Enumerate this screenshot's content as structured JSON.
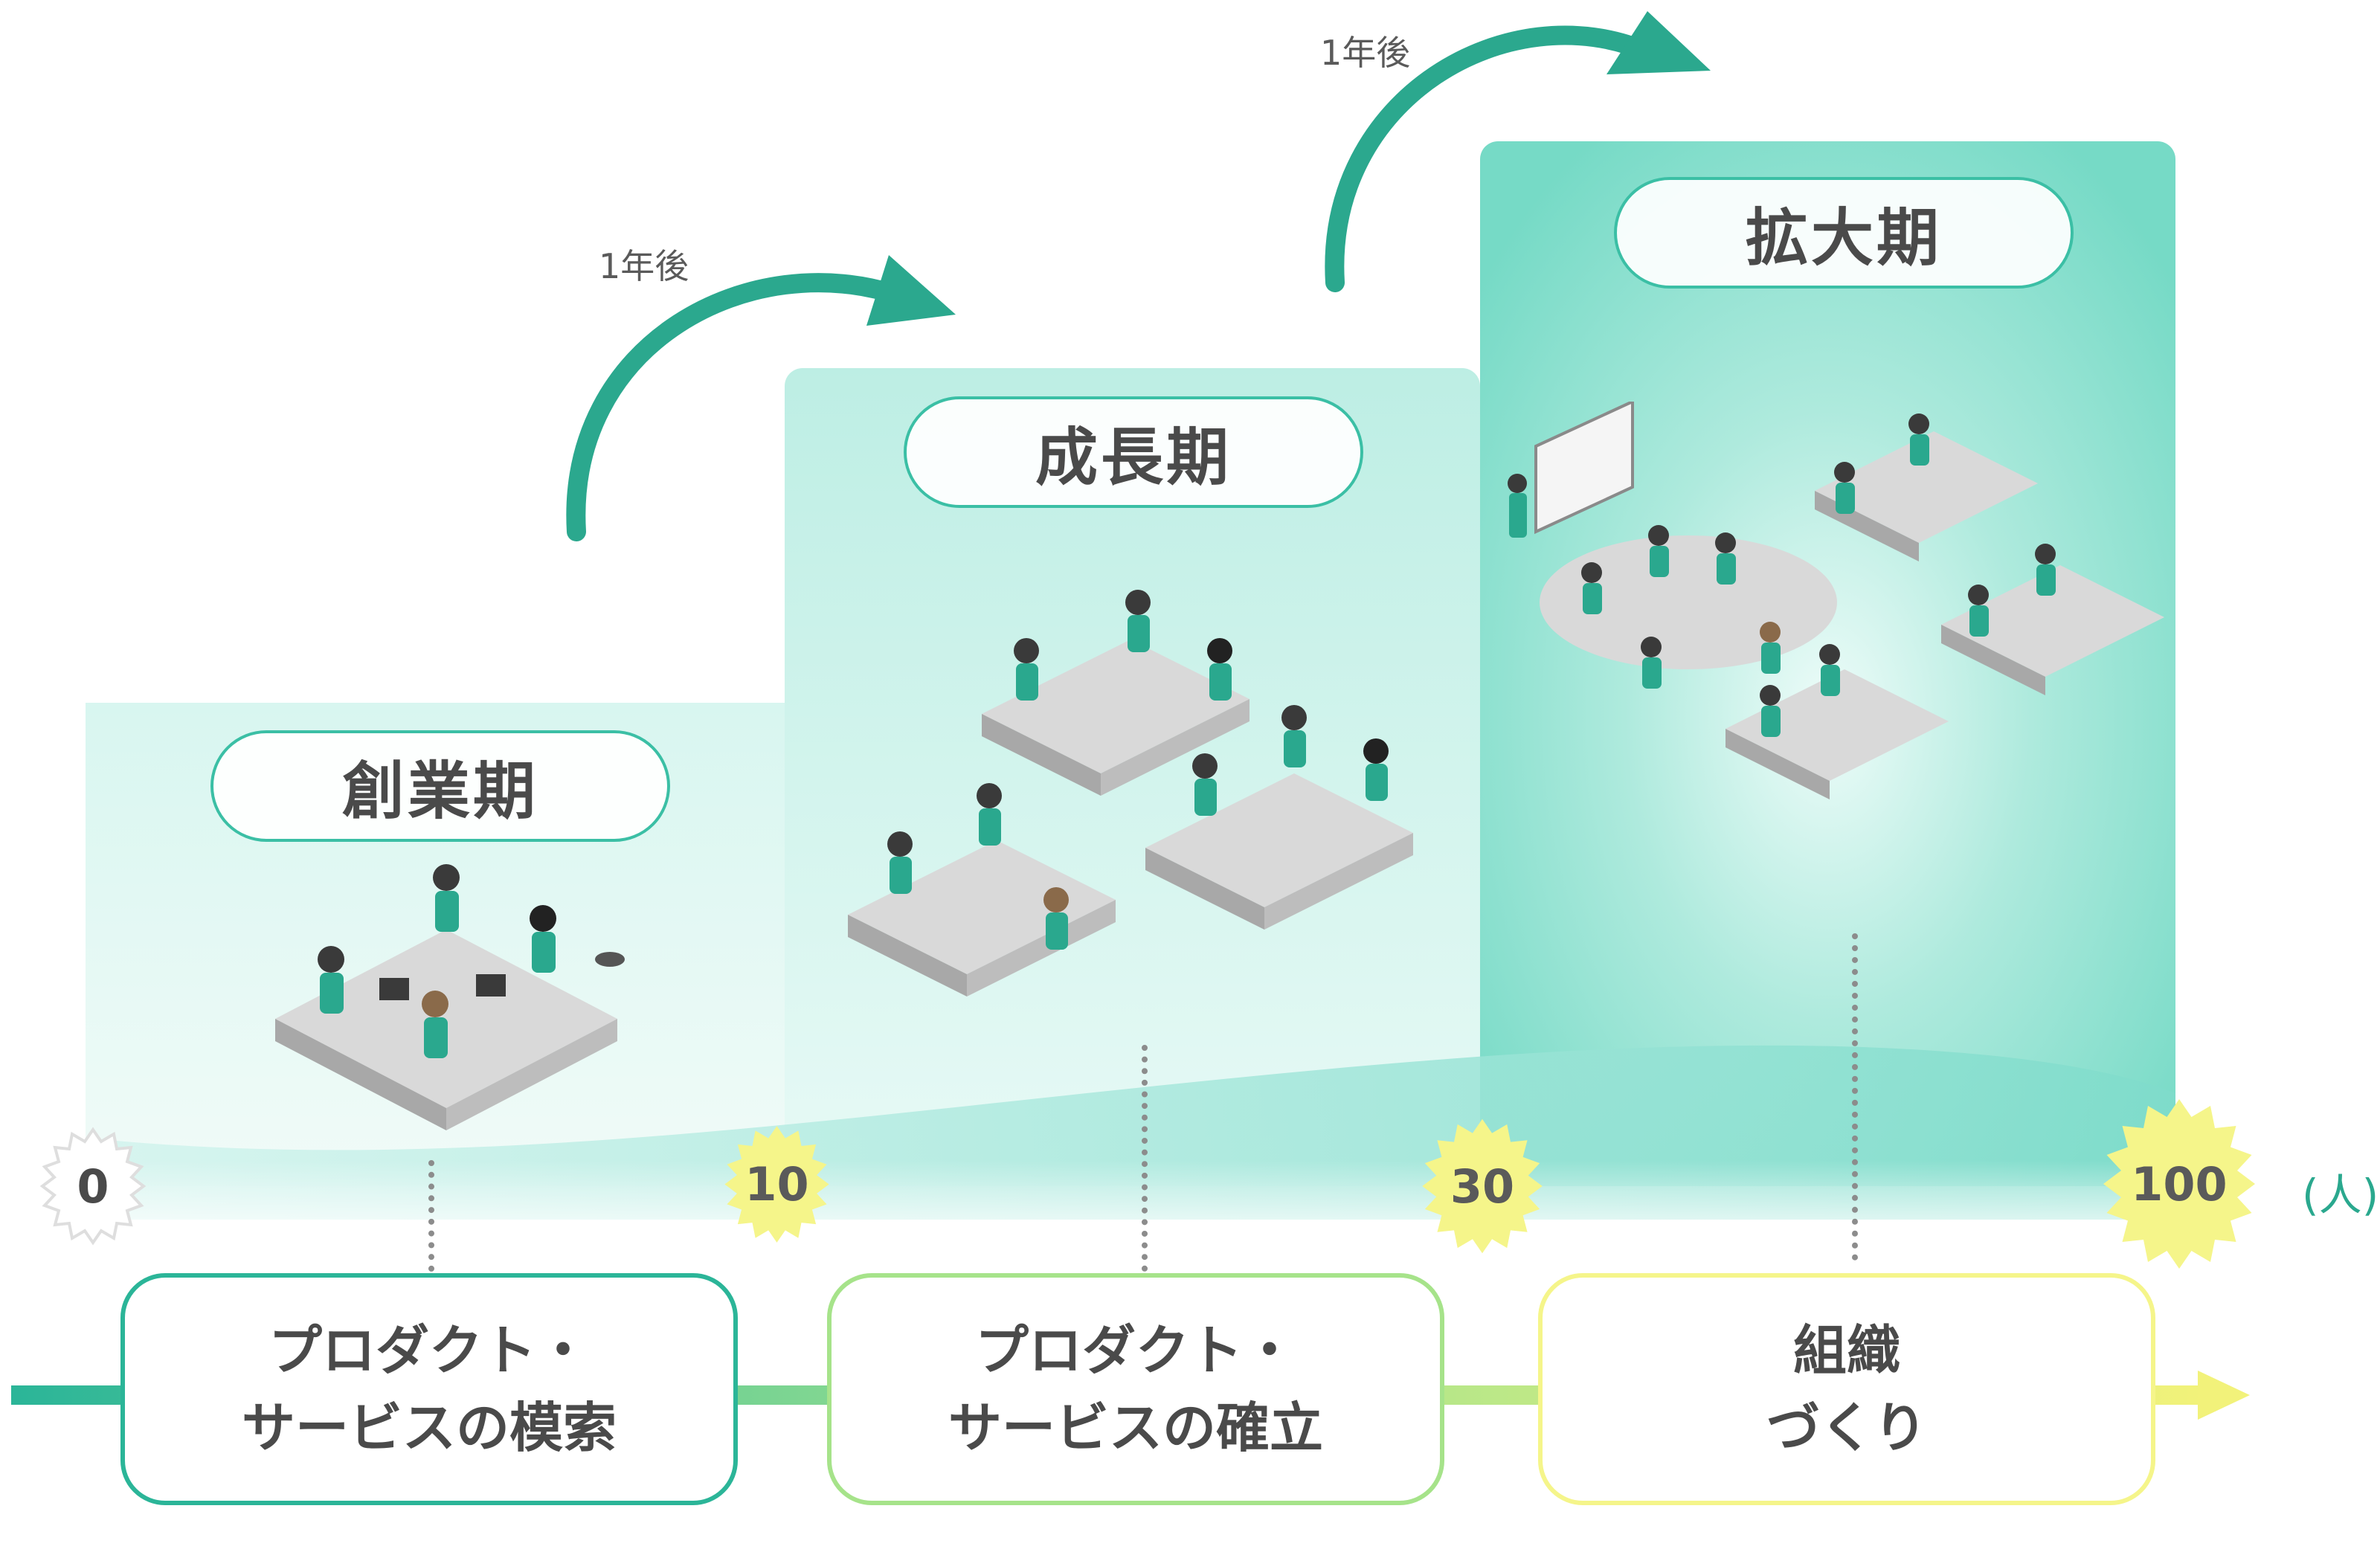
{
  "phases": [
    {
      "label": "創業期"
    },
    {
      "label": "成長期"
    },
    {
      "label": "拡大期"
    }
  ],
  "arrows": [
    {
      "label": "1年後"
    },
    {
      "label": "1年後"
    }
  ],
  "headcount": {
    "marks": [
      "0",
      "10",
      "30",
      "100"
    ],
    "unit": "(人)"
  },
  "goals": [
    {
      "text": "プロダクト・\nサービスの模索"
    },
    {
      "text": "プロダクト・\nサービスの確立"
    },
    {
      "text": "組織\nづくり"
    }
  ],
  "colors": {
    "teal": "#2ba88e",
    "mint": "#c9f1e9",
    "lime": "#a6e38a",
    "yellow": "#f5f58a",
    "text": "#4a4a4a"
  },
  "icons": [
    "office-startup-icon",
    "office-growth-icon",
    "office-expansion-icon",
    "arrow-right-icon"
  ]
}
